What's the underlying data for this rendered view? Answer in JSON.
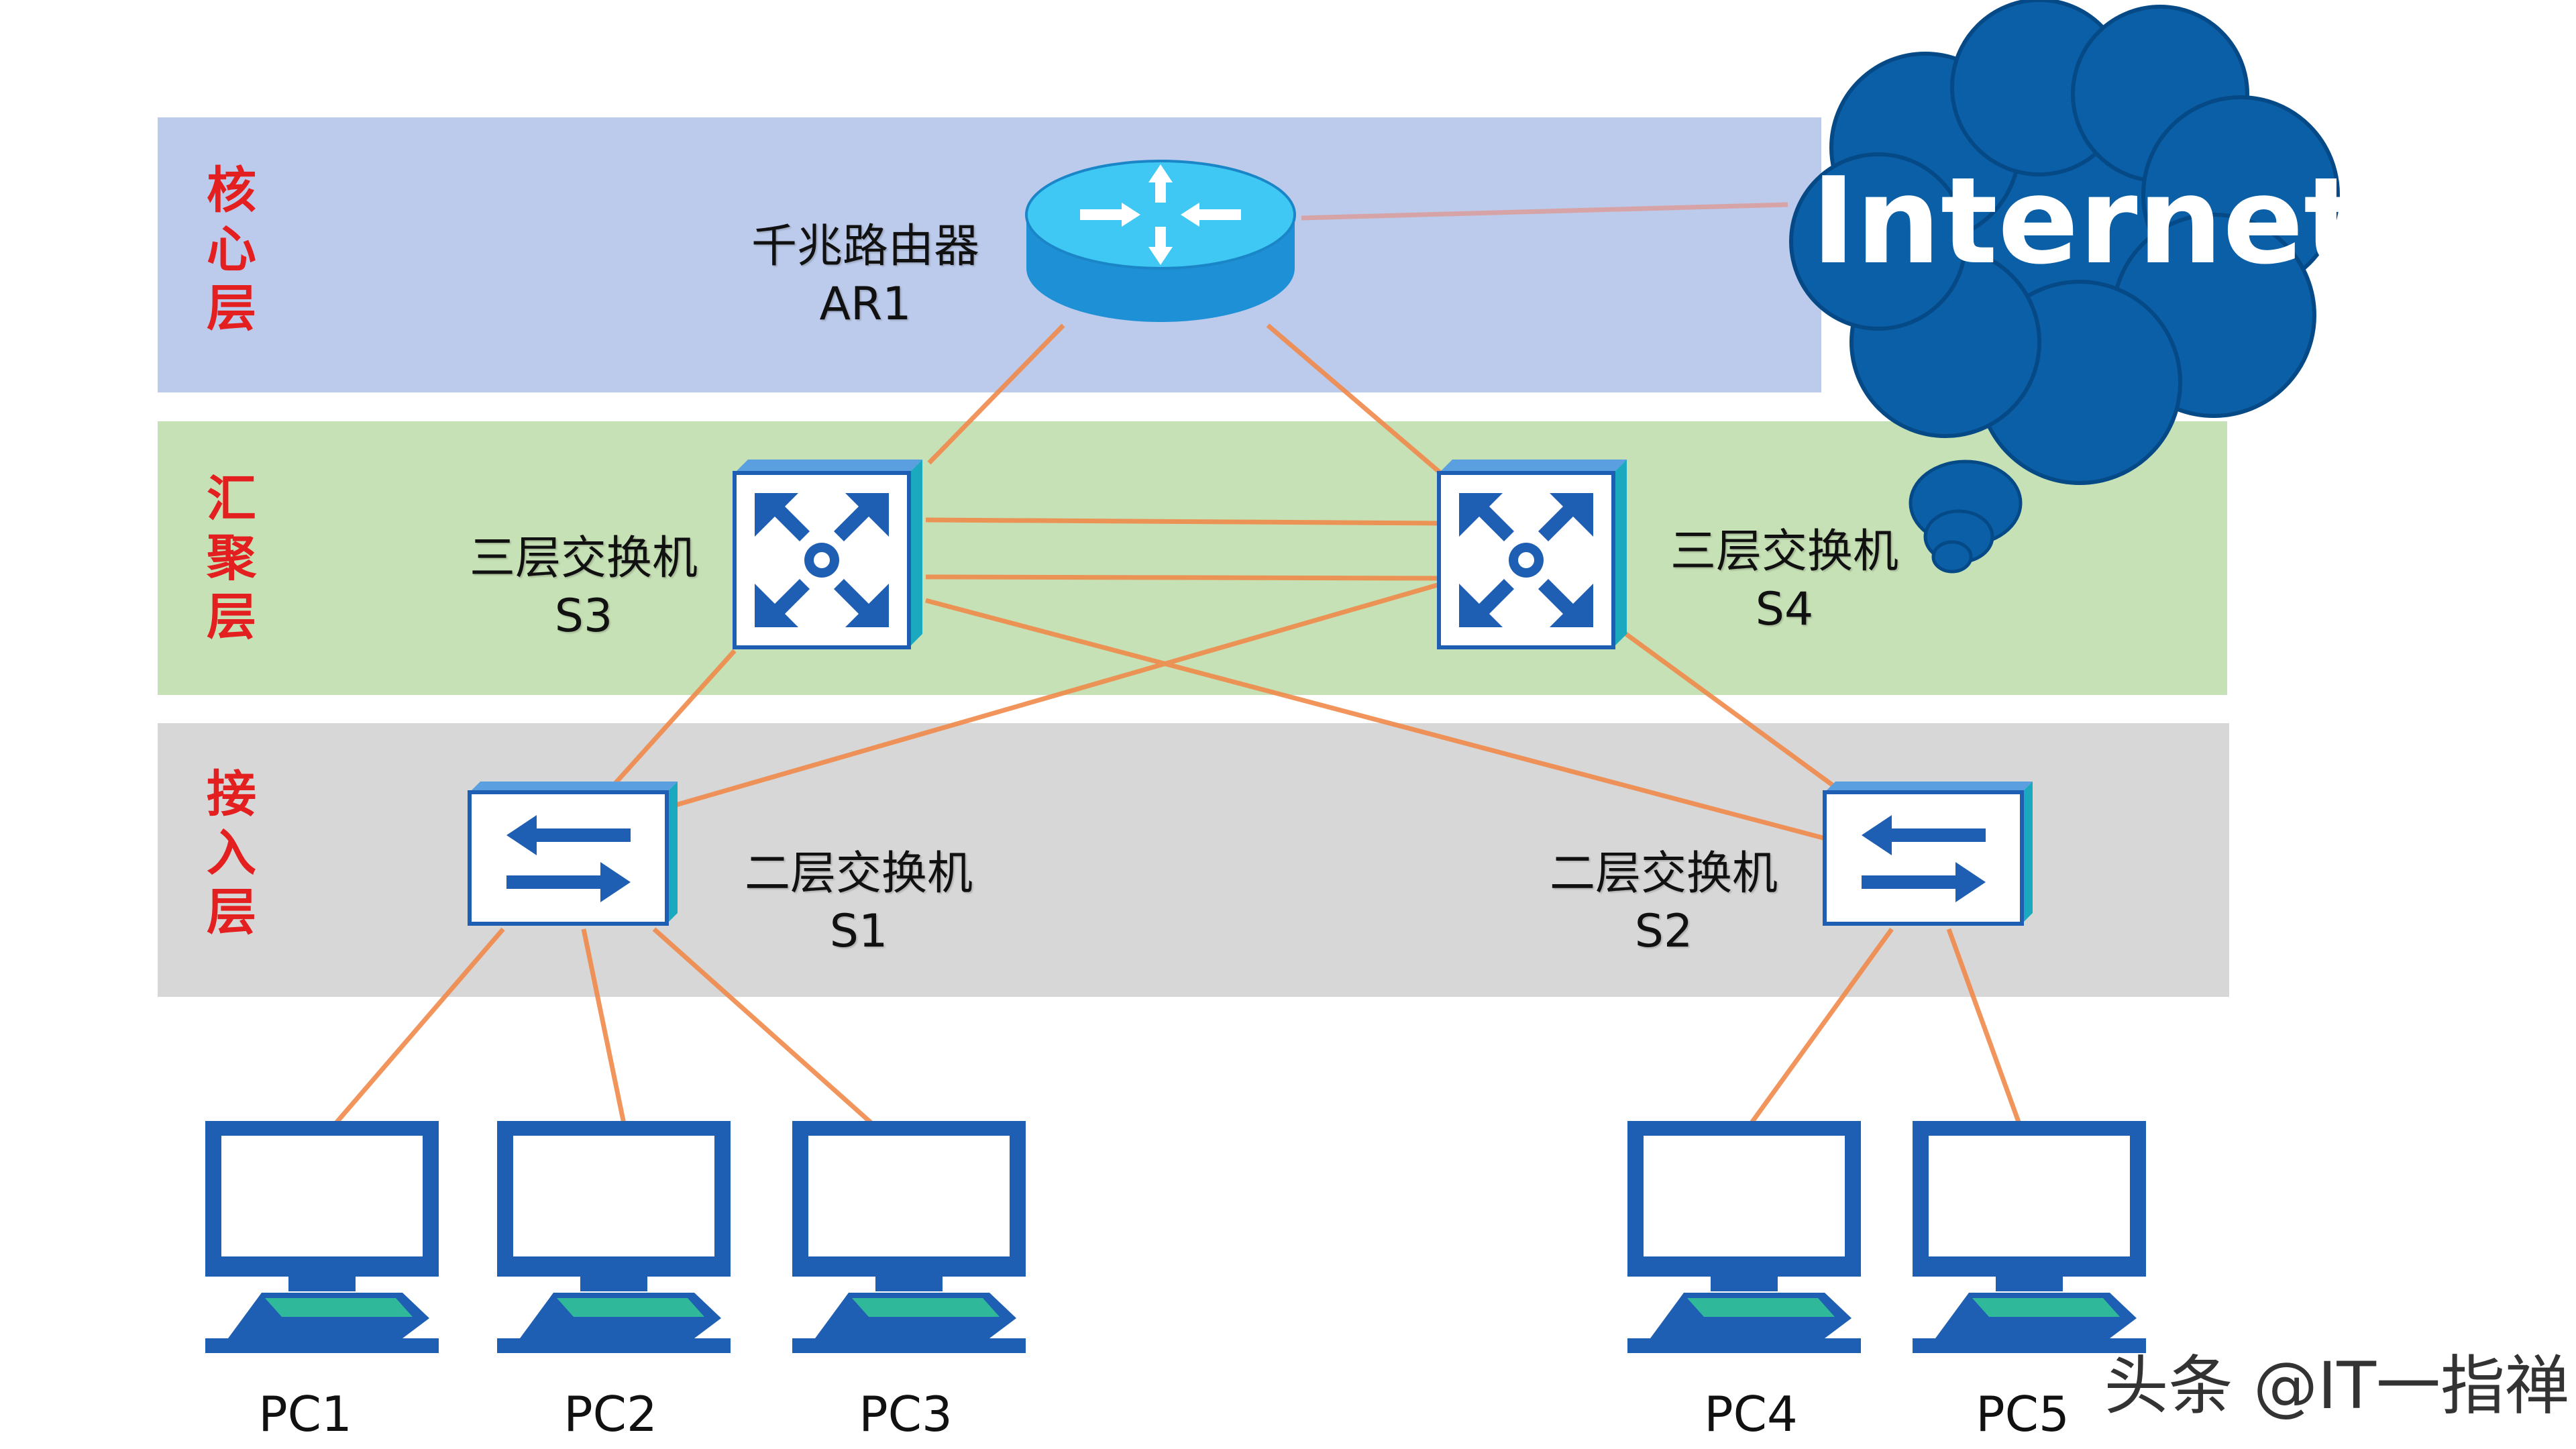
{
  "layers": {
    "core": "核心层",
    "distribution": "汇聚层",
    "access": "接入层"
  },
  "devices": {
    "router": {
      "name": "千兆路由器",
      "id": "AR1"
    },
    "s3": {
      "name": "三层交换机",
      "id": "S3"
    },
    "s4": {
      "name": "三层交换机",
      "id": "S4"
    },
    "s1": {
      "name": "二层交换机",
      "id": "S1"
    },
    "s2": {
      "name": "二层交换机",
      "id": "S2"
    }
  },
  "pcs": [
    "PC1",
    "PC2",
    "PC3",
    "PC4",
    "PC5"
  ],
  "cloud": {
    "label": "Internet"
  },
  "watermark": "头条 @IT一指禅",
  "colors": {
    "core_band": "#bccbeb",
    "distribution_band": "#c7e1b6",
    "access_band": "#d7d7d7",
    "layer_label": "#e41f1f",
    "link_line": "#f08a4b",
    "cloud": "#0a5fa6",
    "device_blue": "#1f5fb3"
  }
}
